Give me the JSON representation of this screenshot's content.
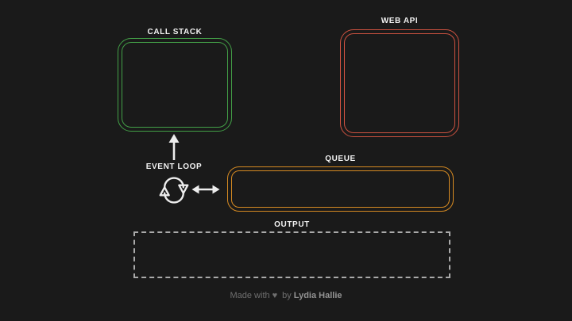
{
  "colors": {
    "background": "#1a1a1a",
    "call_stack_border": "#43a047",
    "web_api_border": "#cd5240",
    "queue_border": "#d68a22",
    "output_border": "#aaaaaa",
    "label_text": "#f2f2f2",
    "arrow": "#ededed",
    "footer_text": "#6f6f6f",
    "footer_author_text": "#949494"
  },
  "labels": {
    "call_stack": "CALL STACK",
    "web_api": "WEB API",
    "event_loop": "EVENT LOOP",
    "queue": "QUEUE",
    "output": "OUTPUT"
  },
  "icons": {
    "event_loop": "circular-sync-arrows-icon",
    "to_call_stack": "arrow-up-icon",
    "to_queue": "double-headed-horizontal-arrow-icon",
    "footer": "heart-icon"
  },
  "footer": {
    "made_with": "Made with",
    "heart": "♥",
    "by": "by",
    "author": "Lydia Hallie"
  }
}
